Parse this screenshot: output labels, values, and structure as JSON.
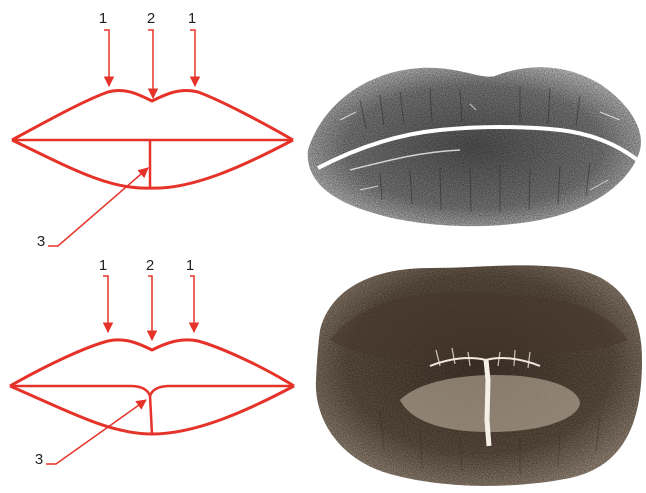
{
  "diagrams": [
    {
      "labels": {
        "left_philtrum": "1",
        "cupid_bow": "2",
        "right_philtrum": "1",
        "center_line": "3"
      }
    },
    {
      "labels": {
        "left_philtrum": "1",
        "cupid_bow": "2",
        "right_philtrum": "1",
        "center_line": "3"
      }
    }
  ],
  "colors": {
    "outline": "#e6332a",
    "label_text": "#222222",
    "print_top_ink": "#6f6f6f",
    "print_bottom_ink": "#5b4a3b"
  },
  "photos": [
    {
      "icon": "lip-print-photo",
      "tone": "grey"
    },
    {
      "icon": "lip-print-photo",
      "tone": "brown"
    }
  ]
}
